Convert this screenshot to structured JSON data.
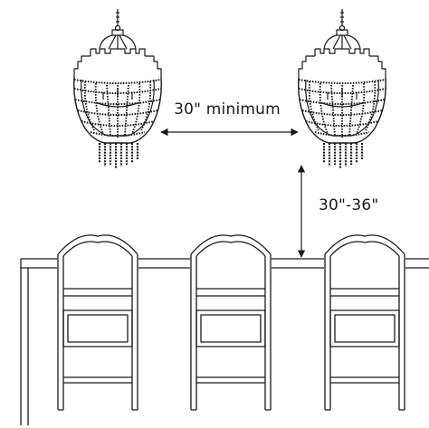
{
  "dimensions": {
    "horizontal_spacing": "30\" minimum",
    "vertical_clearance": "30\"-36\""
  },
  "colors": {
    "line": "#1a1a1a",
    "background": "#ffffff"
  },
  "elements": {
    "pendants": [
      "beaded-chandelier",
      "beaded-chandelier"
    ],
    "chairs": [
      "bar-stool",
      "bar-stool",
      "bar-stool"
    ]
  }
}
